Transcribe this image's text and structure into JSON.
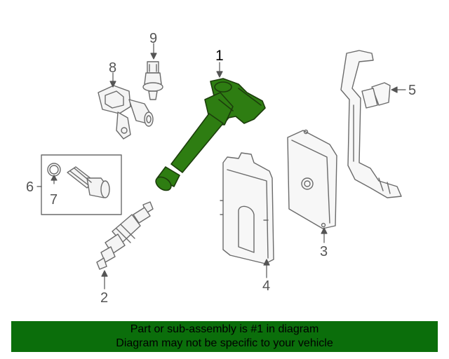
{
  "callouts": {
    "c1": "1",
    "c2": "2",
    "c3": "3",
    "c4": "4",
    "c5": "5",
    "c6": "6",
    "c7": "7",
    "c8": "8",
    "c9": "9"
  },
  "banner": {
    "line1": "Part or sub-assembly is #1 in diagram",
    "line2": "Diagram may not be specific to your vehicle"
  },
  "colors": {
    "highlight": "#2e7d12",
    "banner": "#0b6e0b",
    "linework": "#6b6b6b"
  }
}
